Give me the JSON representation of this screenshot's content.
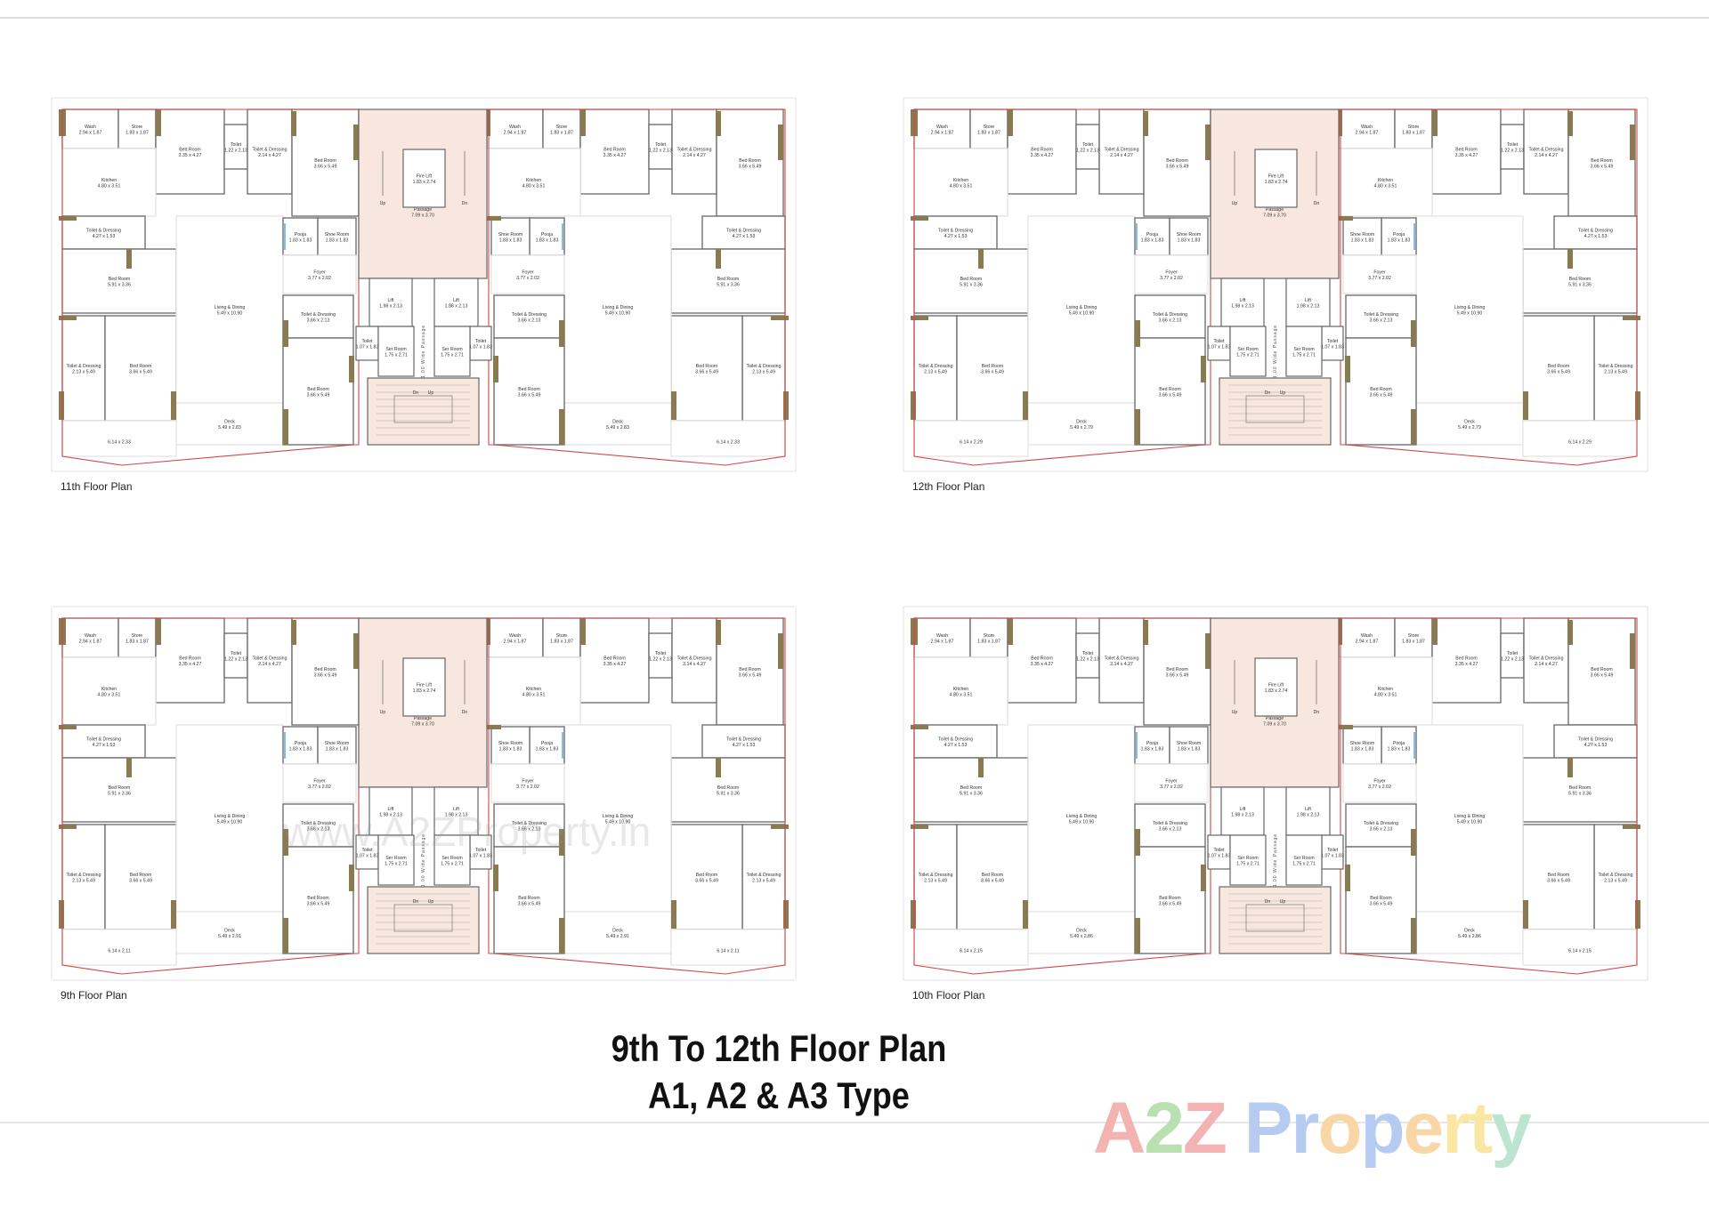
{
  "title": {
    "line1": "9th To 12th Floor Plan",
    "line2": "A1, A2 & A3  Type"
  },
  "watermark": "www.A2ZProperty.in",
  "logo": {
    "text": "A2Z Property",
    "letters": [
      {
        "ch": "A",
        "color": "#f3b3b3"
      },
      {
        "ch": "2",
        "color": "#b8e0b0"
      },
      {
        "ch": "Z",
        "color": "#f3b3b3"
      },
      {
        "ch": " ",
        "color": "#fff"
      },
      {
        "ch": "P",
        "color": "#b5cbf2"
      },
      {
        "ch": "r",
        "color": "#b5cbf2"
      },
      {
        "ch": "o",
        "color": "#f8d6a6"
      },
      {
        "ch": "p",
        "color": "#b5cbf2"
      },
      {
        "ch": "e",
        "color": "#f8d6a6"
      },
      {
        "ch": "r",
        "color": "#fae7a3"
      },
      {
        "ch": "t",
        "color": "#fae7a3"
      },
      {
        "ch": "y",
        "color": "#bde4d1"
      }
    ]
  },
  "colors": {
    "wall": "#666666",
    "column": "#8a7a52",
    "outline": "#d04848",
    "core_fill": "#f7e7de",
    "pooja_door": "#3a8fd6"
  },
  "plans": [
    {
      "label": "11th Floor Plan",
      "deck": "5.49 x 2.83",
      "balcony": "6.14 x 2.33"
    },
    {
      "label": "12th Floor Plan",
      "deck": "5.49 x 2.79",
      "balcony": "6.14 x 2.29"
    },
    {
      "label": "9th Floor Plan",
      "deck": "5.49 x 2.91",
      "balcony": "6.14 x 2.11"
    },
    {
      "label": "10th Floor Plan",
      "deck": "5.49 x 2.86",
      "balcony": "6.14 x 2.15"
    }
  ],
  "unit_rooms": {
    "wash": {
      "name": "Wash",
      "size": "2.94 x 1.87"
    },
    "store": {
      "name": "Store",
      "size": "1.83 x 1.87"
    },
    "bed_a": {
      "name": "Bed Room",
      "size": "3.35 x 4.27"
    },
    "toilet_a": {
      "name": "Toilet",
      "size": "1.22 x 2.13"
    },
    "td_a": {
      "name": "Toilet & Dressing",
      "size": "2.14 x 4.27"
    },
    "bed_b": {
      "name": "Bed Room",
      "size": "3.66 x 5.49"
    },
    "kitchen": {
      "name": "Kitchen",
      "size": "4.80 x 3.51"
    },
    "td_b": {
      "name": "Toilet & Dressing",
      "size": "4.27 x 1.53"
    },
    "bed_c": {
      "name": "Bed Room",
      "size": "5.91 x 3.36"
    },
    "td_c": {
      "name": "Toilet & Dressing",
      "size": "2.13 x 5.49"
    },
    "bed_d": {
      "name": "Bed Room",
      "size": "3.66 x 5.49"
    },
    "living": {
      "name": "Living & Dining",
      "size": "5.49 x 10.90"
    },
    "deck": {
      "name": "Deck",
      "size": ""
    },
    "balcony": {
      "name": "",
      "size": ""
    },
    "pooja": {
      "name": "Pooja",
      "size": "1.83 x 1.83"
    },
    "shoe": {
      "name": "Shoe Room",
      "size": "1.83 x 1.83"
    },
    "foyer": {
      "name": "Foyer",
      "size": "3.77 x 2.02"
    },
    "td_d": {
      "name": "Toilet & Dressing",
      "size": "3.66 x 2.13"
    },
    "bed_e": {
      "name": "Bed Room",
      "size": "3.66 x 5.49"
    }
  },
  "core_rooms": {
    "passage": {
      "name": "Passage",
      "size": "7.09 x 3.70"
    },
    "fire_lift": {
      "name": "Fire Lift",
      "size": "1.83 x 2.74"
    },
    "lift_l": {
      "name": "Lift",
      "size": "1.98 x 2.13"
    },
    "lift_r": {
      "name": "Lift",
      "size": "1.98 x 2.13"
    },
    "toilet_l": {
      "name": "Toilet",
      "size": "1.07 x 1.83"
    },
    "toilet_r": {
      "name": "Toilet",
      "size": "1.07 x 1.83"
    },
    "ser_l": {
      "name": "Ser Room",
      "size": "1.75 x 2.71"
    },
    "ser_r": {
      "name": "Ser Room",
      "size": "1.75 x 2.71"
    },
    "stair": {
      "name": "",
      "size": ""
    }
  },
  "core_text": {
    "up": "Up",
    "dn": "Dn",
    "wide_passage": "1.00 Wide Passage"
  }
}
